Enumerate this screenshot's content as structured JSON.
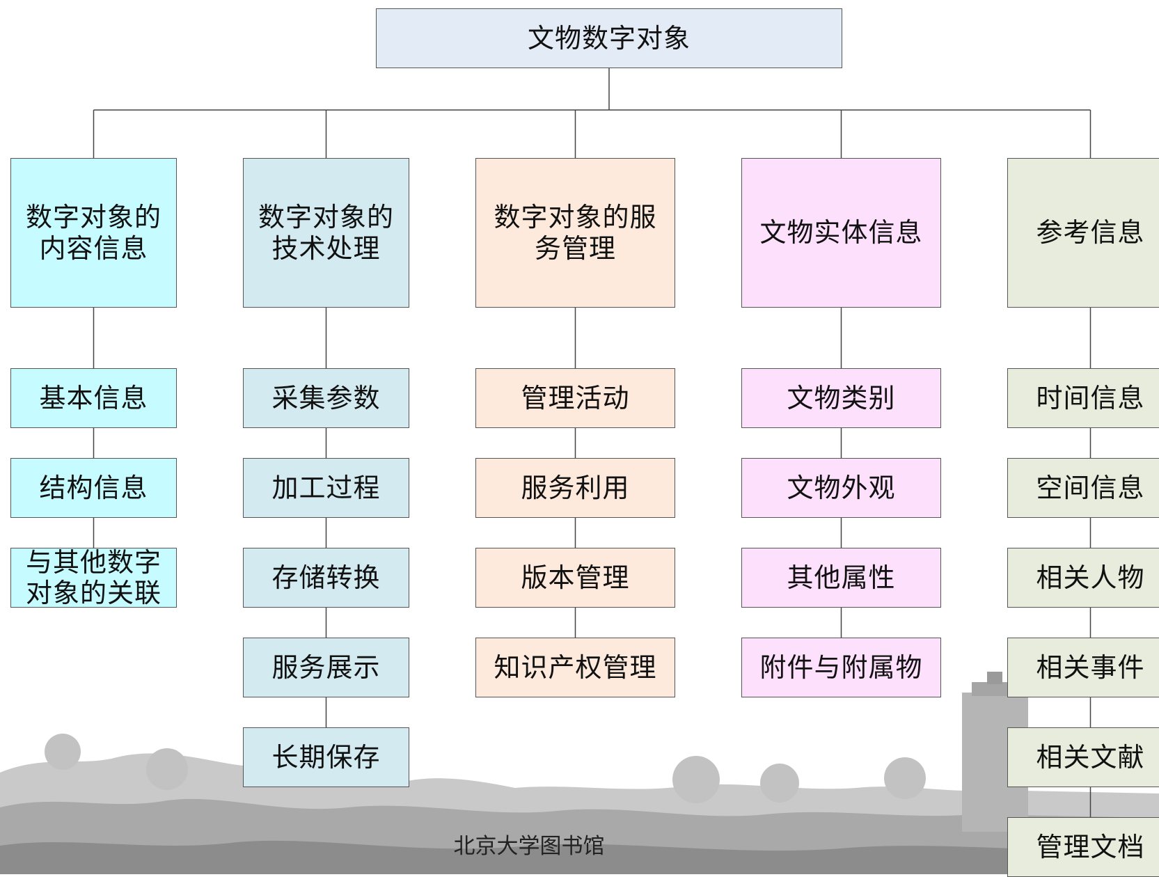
{
  "root": {
    "label": "文物数字对象"
  },
  "categories": [
    {
      "label": "数字对象的内容信息",
      "color": "#c6fbff",
      "items": [
        "基本信息",
        "结构信息",
        "与其他数字对象的关联"
      ]
    },
    {
      "label": "数字对象的技术处理",
      "color": "#d2eaf0",
      "items": [
        "采集参数",
        "加工过程",
        "存储转换",
        "服务展示",
        "长期保存"
      ]
    },
    {
      "label": "数字对象的服务管理",
      "color": "#fdeadc",
      "items": [
        "管理活动",
        "服务利用",
        "版本管理",
        "知识产权管理"
      ]
    },
    {
      "label": "文物实体信息",
      "color": "#fde0fc",
      "items": [
        "文物类别",
        "文物外观",
        "其他属性",
        "附件与附属物"
      ]
    },
    {
      "label": "参考信息",
      "color": "#e8ecdc",
      "items": [
        "时间信息",
        "空间信息",
        "相关人物",
        "相关事件",
        "相关文献",
        "管理文档"
      ]
    }
  ],
  "footer": {
    "text": "北京大学图书馆"
  }
}
